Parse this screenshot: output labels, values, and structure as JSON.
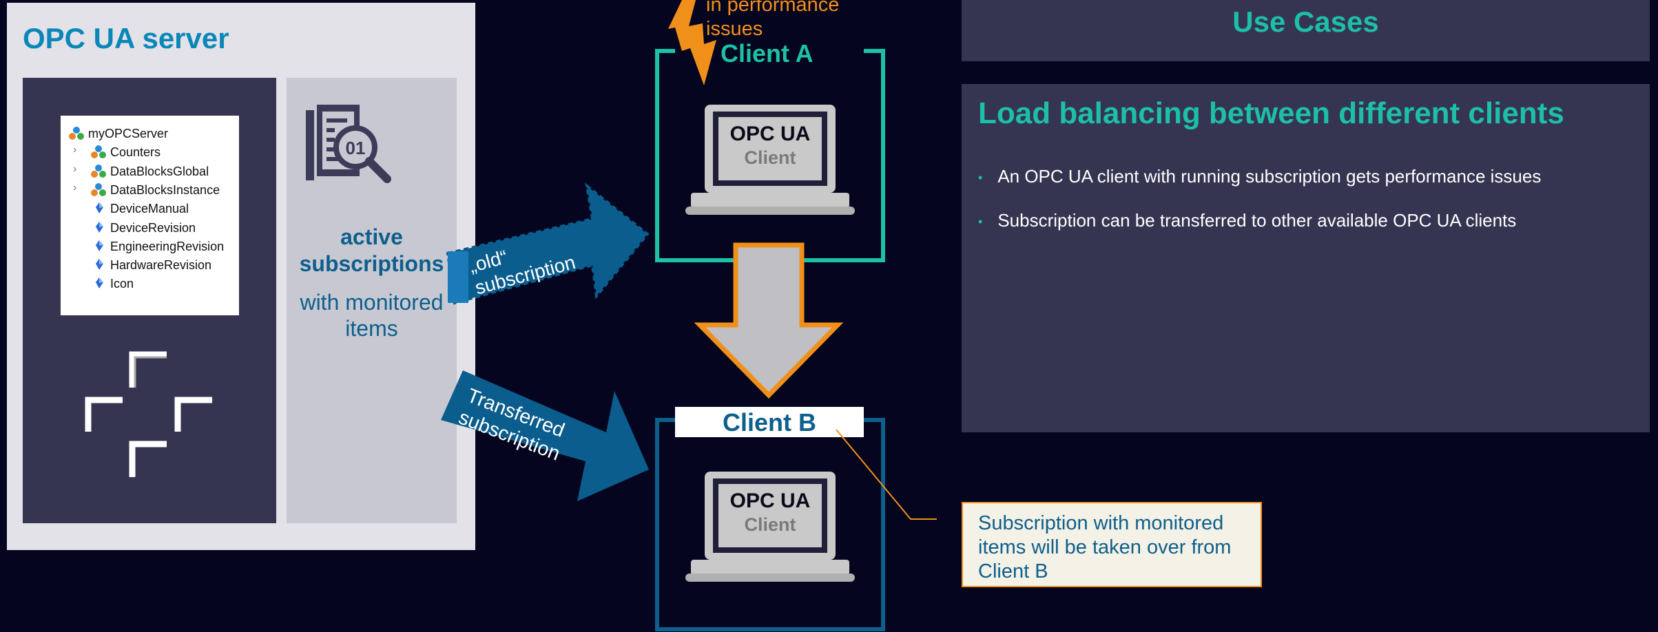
{
  "server": {
    "title": "OPC UA server",
    "tree": [
      {
        "label": "myOPCServer",
        "icon": "multi-cube-icon",
        "expandable": false,
        "indent": 0
      },
      {
        "label": "Counters",
        "icon": "multi-cube-icon",
        "expandable": true,
        "indent": 1
      },
      {
        "label": "DataBlocksGlobal",
        "icon": "multi-cube-icon",
        "expandable": true,
        "indent": 1
      },
      {
        "label": "DataBlocksInstance",
        "icon": "multi-cube-icon",
        "expandable": true,
        "indent": 1
      },
      {
        "label": "DeviceManual",
        "icon": "property-diamond-icon",
        "expandable": false,
        "indent": 1
      },
      {
        "label": "DeviceRevision",
        "icon": "property-diamond-icon",
        "expandable": false,
        "indent": 1
      },
      {
        "label": "EngineeringRevision",
        "icon": "property-diamond-icon",
        "expandable": false,
        "indent": 1
      },
      {
        "label": "HardwareRevision",
        "icon": "property-diamond-icon",
        "expandable": false,
        "indent": 1
      },
      {
        "label": "Icon",
        "icon": "property-diamond-icon",
        "expandable": false,
        "indent": 1
      }
    ],
    "document_icon_text": "01",
    "active_subscriptions": "active subscriptions",
    "with_monitored_items": "with monitored items"
  },
  "arrows": {
    "old_subscription": "„old“ subscription",
    "transferred_subscription": "Transferred subscription"
  },
  "client_a": {
    "label": "Client A",
    "issue_text": "in performance issues",
    "screen_logo": "OPC UA",
    "screen_text": "Client"
  },
  "client_b": {
    "label": "Client B",
    "screen_logo": "OPC UA",
    "screen_text": "Client"
  },
  "use_cases": {
    "title": "Use Cases",
    "heading": "Load balancing between different clients",
    "bullets": [
      "An OPC UA client with running subscription gets performance issues",
      "Subscription can be transferred to other available OPC UA clients"
    ]
  },
  "callout": {
    "text": "Subscription with monitored items will be taken over from Client B"
  },
  "colors": {
    "background": "#05051f",
    "panel_dark": "#353552",
    "teal": "#1dbfa8",
    "blue": "#0d5f8c",
    "orange": "#f0901a",
    "arrow_blue": "#0a5d8c"
  }
}
